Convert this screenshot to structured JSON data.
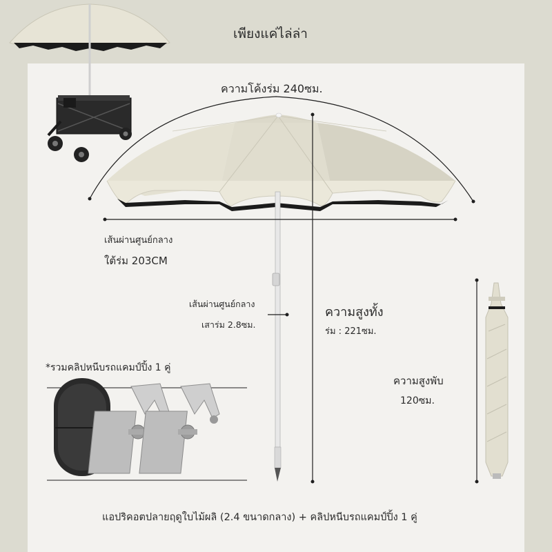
{
  "header": {
    "title": "เพียงแค่ไล่ล่า"
  },
  "dimensions": {
    "curve_label": "ความโค้งร่ม 240ซม.",
    "diameter_label": "เส้นผ่านศูนย์กลาง",
    "diameter_value": "ใต้ร่ม 203CM",
    "pole_label": "เส้นผ่านศูนย์กลาง",
    "pole_value": "เสาร่ม 2.8ซม.",
    "height_label": "ความสูงทั้ง",
    "height_value": "ร่ม : 221ซม.",
    "folded_label": "ความสูงพับ",
    "folded_value": "120ซม."
  },
  "accessories": {
    "clip_label": "*รวมคลิปหนีบรถแคมป์ปิ้ง 1 คู่"
  },
  "footer": {
    "caption": "แอปริคอตปลายฤดูใบไม้ผลิ (2.4 ขนาดกลาง) + คลิปหนีบรถแคมป์ปิ้ง 1 คู่"
  },
  "colors": {
    "background": "#dcdbd0",
    "panel": "#f3f2ef",
    "canopy": "#e7e4d6",
    "canopy_dark": "#cfccbd",
    "underside": "#1b1b1b",
    "line": "#1f1f1f"
  },
  "icons": {
    "umbrella": "umbrella-illustration",
    "wagon": "camping-wagon-illustration",
    "case": "storage-case-illustration",
    "clip": "clamp-clip-illustration",
    "folded": "folded-umbrella-illustration"
  }
}
